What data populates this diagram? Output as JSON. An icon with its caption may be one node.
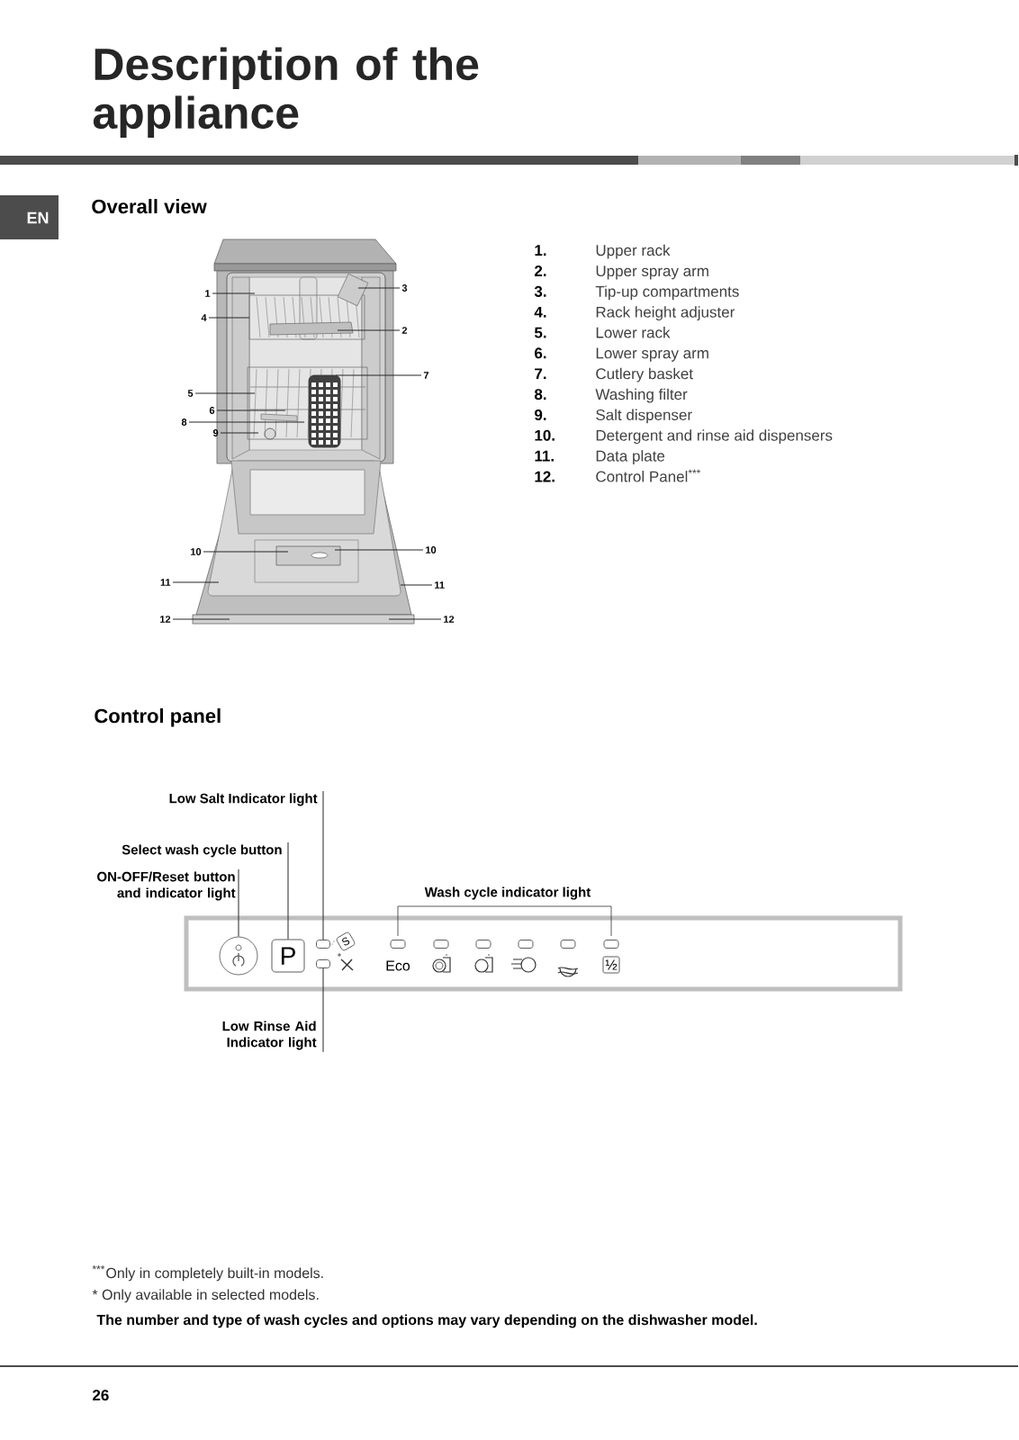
{
  "diagram": {
    "title": "Description of the appliance",
    "nodes": [
      {
        "text": [
          "1"
        ]
      },
      {
        "text": [
          "3"
        ]
      },
      {
        "text": [
          "4"
        ]
      },
      {
        "text": [
          "2"
        ]
      },
      {
        "text": [
          "7"
        ]
      },
      {
        "text": [
          "5"
        ]
      },
      {
        "text": [
          "6"
        ]
      },
      {
        "text": [
          "8"
        ]
      },
      {
        "text": [
          "9"
        ]
      },
      {
        "text": [
          "10"
        ]
      },
      {
        "text": [
          "10"
        ]
      },
      {
        "text": [
          "11"
        ]
      },
      {
        "text": [
          "11"
        ]
      },
      {
        "text": [
          "12"
        ]
      },
      {
        "text": [
          "12"
        ]
      },
      {
        "text": [
          "Low Salt Indicator light"
        ]
      },
      {
        "text": [
          "Select wash cycle button"
        ]
      },
      {
        "text": [
          "ON-OFF/Reset button and indicator light"
        ]
      },
      {
        "text": [],
        "shape": "circle"
      },
      {
        "text": [
          "P"
        ]
      },
      {
        "text": [],
        "shape": "box"
      },
      {
        "text": [],
        "shape": "box"
      },
      {
        "text": [
          "Low Rinse Aid Indicator light"
        ]
      }
    ],
    "edges": [
      {
        "from": 0,
        "to": null,
        "arrow": "none"
      },
      {
        "from": 1,
        "to": null,
        "arrow": "none"
      },
      {
        "from": 2,
        "to": null,
        "arrow": "none"
      },
      {
        "from": 3,
        "to": null,
        "arrow": "none"
      },
      {
        "from": 4,
        "to": null,
        "arrow": "none"
      },
      {
        "from": 5,
        "to": null,
        "arrow": "none"
      },
      {
        "from": 6,
        "to": null,
        "arrow": "none"
      },
      {
        "from": 7,
        "to": null,
        "arrow": "none"
      },
      {
        "from": 8,
        "to": null,
        "arrow": "none"
      },
      {
        "from": 9,
        "to": null,
        "arrow": "none"
      },
      {
        "from": 10,
        "to": null,
        "arrow": "none"
      },
      {
        "from": 11,
        "to": null,
        "arrow": "none"
      },
      {
        "from": 12,
        "to": null,
        "arrow": "none"
      },
      {
        "from": 13,
        "to": null,
        "arrow": "none"
      },
      {
        "from": 14,
        "to": null,
        "arrow": "none"
      },
      {
        "from": 15,
        "to": 20,
        "arrow": "none"
      },
      {
        "from": 16,
        "to": 19,
        "arrow": "none"
      },
      {
        "from": 17,
        "to": 18,
        "arrow": "none"
      },
      {
        "from": 22,
        "to": 21,
        "arrow": "none"
      }
    ],
    "labels": [
      "EN",
      "Overall view",
      "1.",
      "Upper rack",
      "2.",
      "Upper spray arm",
      "3.",
      "Tip-up compartments",
      "4.",
      "Rack height adjuster",
      "5.",
      "Lower rack",
      "6.",
      "Lower spray arm",
      "7.",
      "Cutlery basket",
      "8.",
      "Washing filter",
      "9.",
      "Salt dispenser",
      "10.",
      "Detergent and rinse aid dispensers",
      "11.",
      "Data plate",
      "12.",
      "Control Panel$^{***}$",
      "Control panel",
      "Wash cycle indicator light",
      "S",
      "Eco",
      "½",
      "$^{***}$Only in completely built-in models.",
      "* Only available in selected models.",
      "The number and type of wash cycles and options may vary depending on the dishwasher model.",
      "26"
    ]
  }
}
